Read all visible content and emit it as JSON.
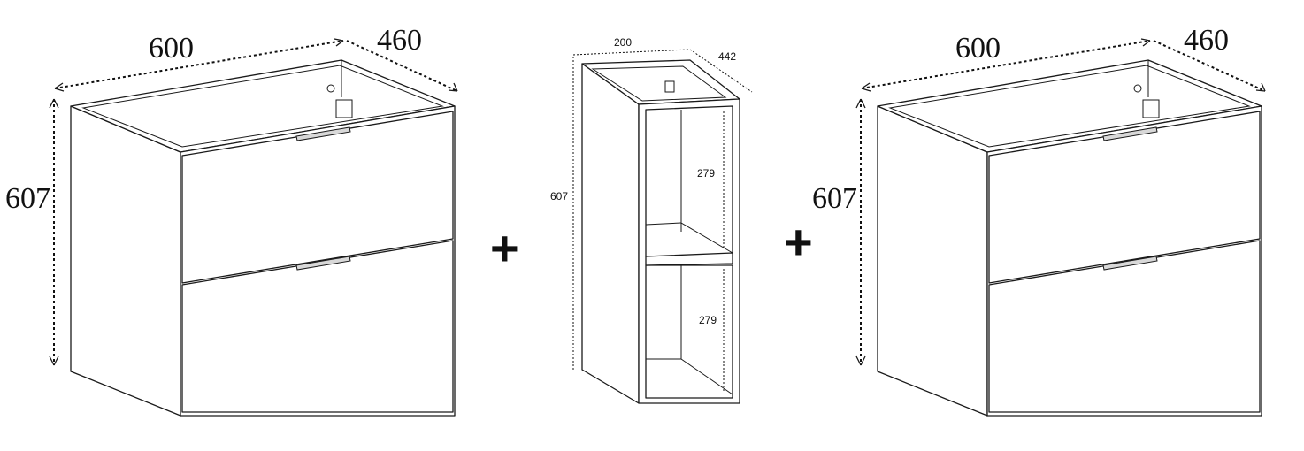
{
  "cabinet_left": {
    "width_label": "600",
    "depth_label": "460",
    "height_label": "607"
  },
  "plus_left": "+",
  "shelf_unit": {
    "width_label": "200",
    "depth_label": "442",
    "height_label": "607",
    "upper_gap_label": "279",
    "lower_gap_label": "279"
  },
  "plus_right": "+",
  "cabinet_right": {
    "width_label": "600",
    "depth_label": "460",
    "height_label": "607"
  }
}
